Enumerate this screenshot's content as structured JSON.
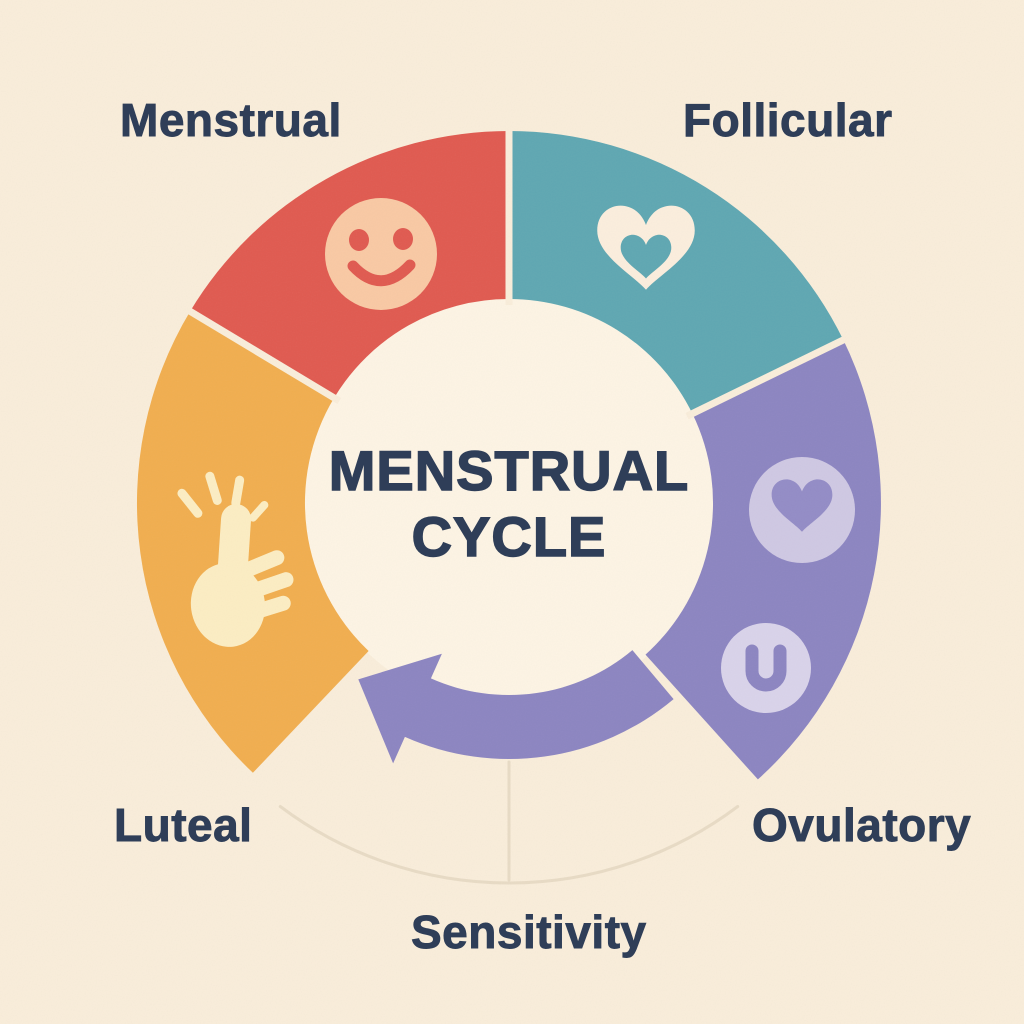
{
  "center": {
    "title_line1": "MENSTRUAL",
    "title_line2": "CYCLE"
  },
  "phases": [
    {
      "label": "Menstrual",
      "position": "top-left",
      "icon": "smiley-face-icon"
    },
    {
      "label": "Follicular",
      "position": "top-right",
      "icon": "heart-outline-icon"
    },
    {
      "label": "Ovulatory",
      "position": "bottom-right",
      "icons": [
        "heart-circle-icon",
        "u-shape-circle-icon"
      ]
    },
    {
      "label": "Luteal",
      "position": "bottom-left",
      "icon": "tap-finger-icon"
    }
  ],
  "bottom_label": "Sensitivity",
  "arrow": {
    "icon": "cycle-direction-arrow-icon",
    "points": "counterclockwise-left"
  },
  "colors": {
    "background": "#f9edda",
    "inner_circle": "#fdf4e4",
    "menstrual_red": "#e05a50",
    "follicular_teal": "#5fa7b2",
    "ovulatory_purple": "#8c85c1",
    "luteal_yellow": "#f1ae4f",
    "arrow_purple": "#8c85c1",
    "heart_in_circle_purple": "#938cc6",
    "label_navy": "#2f3e58",
    "smiley_peach": "#f9c9a4",
    "icon_cream": "#fbeedd",
    "hand_cream": "#fcedc3",
    "lavender_light": "#cfc8e3",
    "lavender_lighter": "#d9d3ea",
    "separator_cream": "#f9edda",
    "faint_line": "#e8dbc5"
  }
}
